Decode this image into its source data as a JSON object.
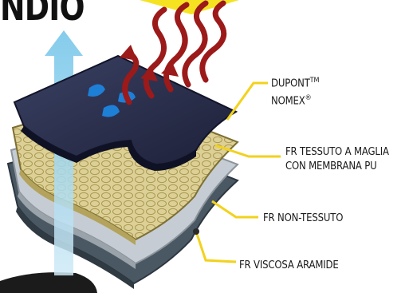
{
  "title": "NDIO",
  "layers": [
    {
      "line1": "DUPONT",
      "line1_sup": "TM",
      "line2": "NOMEX",
      "line2_sup": "®"
    },
    {
      "line1": "FR TESSUTO A MAGLIA",
      "line2": "CON MEMBRANA PU"
    },
    {
      "line1": "FR NON-TESSUTO"
    },
    {
      "line1": "FR VISCOSA ARAMIDE"
    }
  ],
  "colors": {
    "leader": "#f2d21c",
    "top_layer": "#252a47",
    "knit_layer": "#d9c98a",
    "nonwoven_layer": "#c6ccd3",
    "viscose_layer": "#4a5863",
    "heat_arrows": "#9c1a1a",
    "vapor_arrow": "#8ed0ec",
    "droplets": "#1e7fd6",
    "banner": "#f5e321"
  }
}
